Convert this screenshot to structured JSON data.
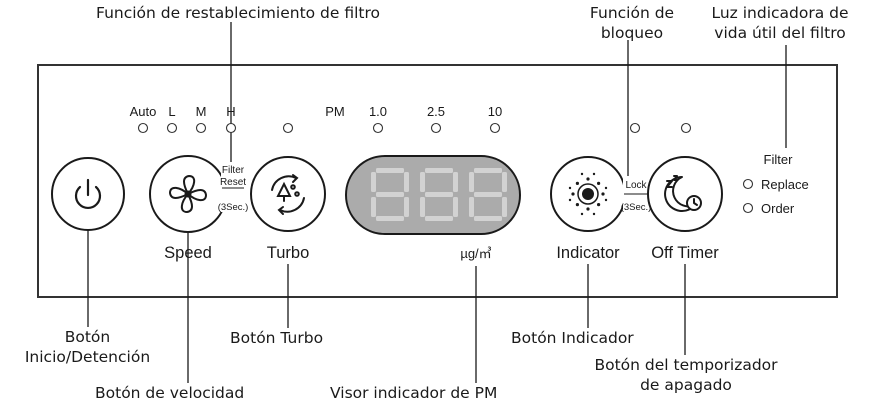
{
  "callouts": {
    "filter_reset_function": "Función de restablecimiento de filtro",
    "lock_function_line1": "Función de",
    "lock_function_line2": "bloqueo",
    "filter_life_light_line1": "Luz indicadora de",
    "filter_life_light_line2": "vida útil del filtro",
    "power_button_line1": "Botón",
    "power_button_line2": "Inicio/Detención",
    "speed_button": "Botón de velocidad",
    "turbo_button": "Botón Turbo",
    "pm_display": "Visor indicador de PM",
    "indicator_button": "Botón Indicador",
    "off_timer_button_line1": "Botón del temporizador",
    "off_timer_button_line2": "de apagado"
  },
  "panel": {
    "speed_leds": {
      "auto": "Auto",
      "low": "L",
      "medium": "M",
      "high": "H"
    },
    "pm_leds": {
      "pm_label": "PM",
      "pm1": "1.0",
      "pm25": "2.5",
      "pm10": "10"
    },
    "filter_reset_hint": {
      "line1": "Filter",
      "line2": "Reset",
      "line3": "(3Sec.)"
    },
    "lock_hint": {
      "line1": "Lock",
      "line2": "(3Sec.)"
    },
    "filter_status": {
      "title": "Filter",
      "replace": "Replace",
      "order": "Order"
    },
    "display_digits": "888",
    "display_unit": "µg/㎥",
    "button_labels": {
      "speed": "Speed",
      "turbo": "Turbo",
      "indicator": "Indicator",
      "off_timer": "Off Timer"
    }
  },
  "colors": {
    "line": "#1a1a1a",
    "display_bg": "#ababab",
    "display_segments": "#d2d2d2"
  },
  "icons": {
    "power": "power-icon",
    "speed": "fan-icon",
    "turbo": "turbo-icon",
    "indicator": "indicator-icon",
    "off_timer": "moon-timer-icon"
  }
}
